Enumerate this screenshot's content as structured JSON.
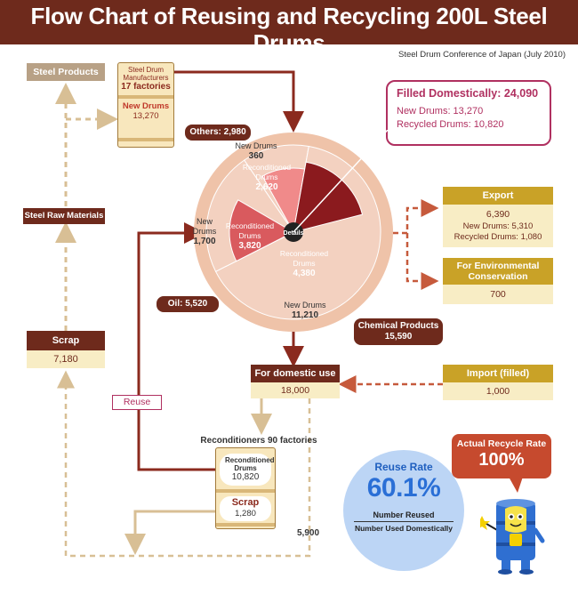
{
  "header": {
    "title": "Flow Chart of Reusing and Recycling 200L Steel Drums",
    "subtitle": "(Based on 2009 F.Y.; Units: Thousands of drums)"
  },
  "source": "Steel Drum Conference of Japan (July 2010)",
  "left_chain": {
    "steel_products": "Steel Products",
    "steel_raw_materials": "Steel Raw Materials",
    "scrap_label": "Scrap",
    "scrap_value": "7,180"
  },
  "manufacturers": {
    "title": "Steel Drum Manufacturers",
    "count": "17 factories",
    "new_drums_label": "New Drums",
    "new_drums_value": "13,270"
  },
  "filled_domestically": {
    "title": "Filled Domestically: 24,090",
    "new_drums": "New Drums: 13,270",
    "recycled_drums": "Recycled Drums: 10,820"
  },
  "donut": {
    "center_label": "Details",
    "outer": [
      {
        "label": "Others: 2,980",
        "value": 2980
      },
      {
        "label": "Chemical Products",
        "sub": "15,590",
        "value": 15590
      },
      {
        "label": "Oil: 5,520",
        "value": 5520
      }
    ],
    "inner": [
      {
        "name": "New Drums",
        "value": "360",
        "num": 360
      },
      {
        "name": "Reconditioned Drums",
        "value": "2,620",
        "num": 2620
      },
      {
        "name": "New Drums",
        "value": "11,210",
        "num": 11210
      },
      {
        "name": "Reconditioned Drums",
        "value": "4,380",
        "num": 4380
      },
      {
        "name": "Reconditioned Drums",
        "value": "3,820",
        "num": 3820
      },
      {
        "name": "New Drums",
        "value": "1,700",
        "num": 1700
      }
    ],
    "colors": {
      "outer_ring": "#efc3a9",
      "others_new": "#f3d1c0",
      "others_recon": "#f08a8a",
      "chem_new": "#f3d1c0",
      "chem_recon": "#8b1a1e",
      "oil_new": "#f3d1c0",
      "oil_recon": "#d95a5e"
    }
  },
  "export": {
    "title": "Export",
    "value": "6,390",
    "new_drums": "New Drums: 5,310",
    "recycled_drums": "Recycled Drums: 1,080"
  },
  "environmental": {
    "title": "For Environmental Conservation",
    "value": "700"
  },
  "domestic_use": {
    "title": "For domestic use",
    "value": "18,000"
  },
  "import_filled": {
    "title": "Import (filled)",
    "value": "1,000"
  },
  "reuse_tag": "Reuse",
  "reconditioners": {
    "title": "Reconditioners 90 factories",
    "recon_label": "Reconditioned Drums",
    "recon_value": "10,820",
    "scrap_label": "Scrap",
    "scrap_value": "1,280"
  },
  "flow_5900": "5,900",
  "reuse_rate": {
    "title": "Reuse Rate",
    "value": "60.1%",
    "numerator": "Number Reused",
    "denominator": "Number Used Domestically"
  },
  "recycle_rate": {
    "title": "Actual Recycle Rate",
    "value": "100%"
  }
}
